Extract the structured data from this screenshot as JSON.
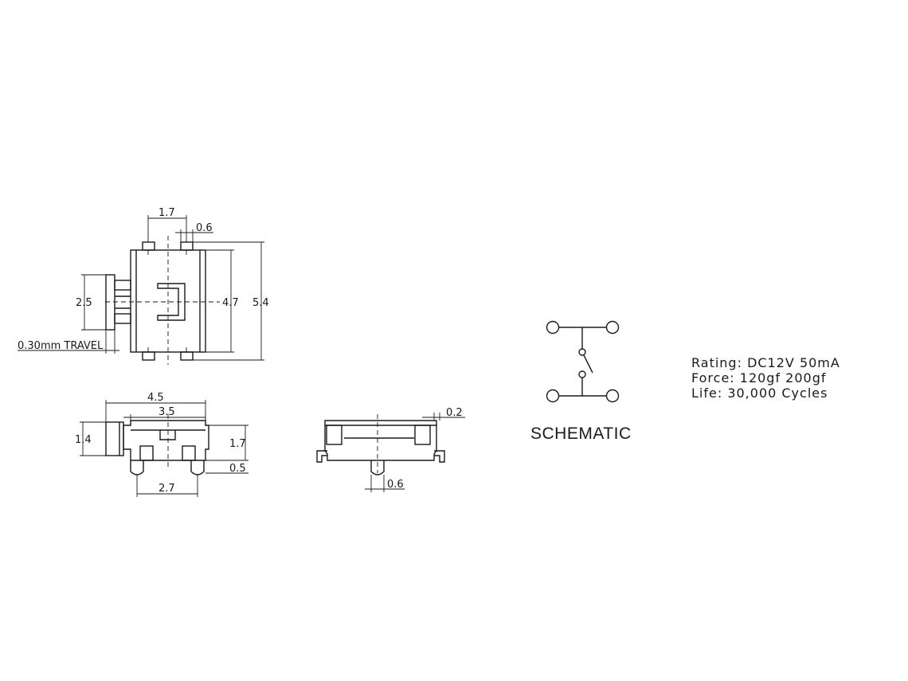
{
  "dimensions": {
    "top_pitch": "1.7",
    "top_pad": "0.6",
    "top_actuator_width": "2.5",
    "top_inner_height": "4.7",
    "top_overall_height": "5.4",
    "travel": "0.30mm  TRAVEL",
    "front_overall_width": "4.5",
    "front_body_width": "3.5",
    "front_actuator_height": "1.4",
    "front_body_height": "1.7",
    "front_pad_height": "0.5",
    "front_pad_pitch": "2.7",
    "side_offset": "0.2",
    "side_pad_width": "0.6"
  },
  "schematic": {
    "title": "SCHEMATIC"
  },
  "specs": {
    "rating": "Rating: DC12V 50mA",
    "force": "Force: 120gf 200gf",
    "life": "Life: 30,000 Cycles"
  }
}
